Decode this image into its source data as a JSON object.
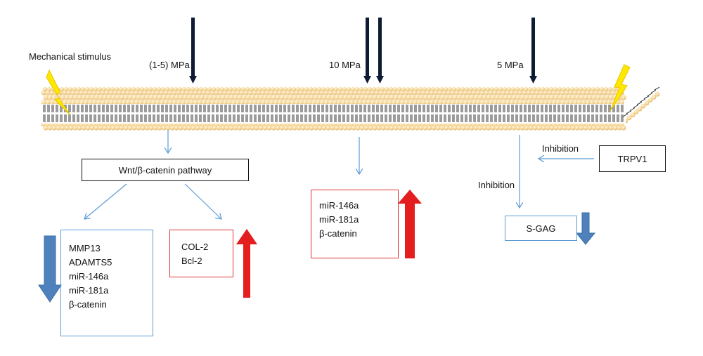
{
  "stimulus_label": "Mechanical stimulus",
  "pressures": [
    "(1-5) MPa",
    "10 MPa",
    "5 MPa"
  ],
  "pathway_label": "Wnt/β-catenin pathway",
  "left_down_items": [
    "MMP13",
    "ADAMTS5",
    "miR-146a",
    "miR-181a",
    "β-catenin"
  ],
  "left_up_items": [
    "COL-2",
    "Bcl-2"
  ],
  "middle_up_items": [
    "miR-146a",
    "miR-181a",
    "β-catenin"
  ],
  "trpv1_label": "TRPV1",
  "inhibition_labels": [
    "Inhibition",
    "Inhibition"
  ],
  "sgag_label": "S-GAG",
  "colors": {
    "pressure_arrow": "#0d1b33",
    "thin_arrow": "#5b9bd5",
    "down_arrow": "#4f81bd",
    "up_arrow": "#e41e1e",
    "red_box": "#e03030",
    "blue_box": "#5b9bd5",
    "lightning": "#ffe800",
    "lipid_head": "#f5d79a"
  }
}
